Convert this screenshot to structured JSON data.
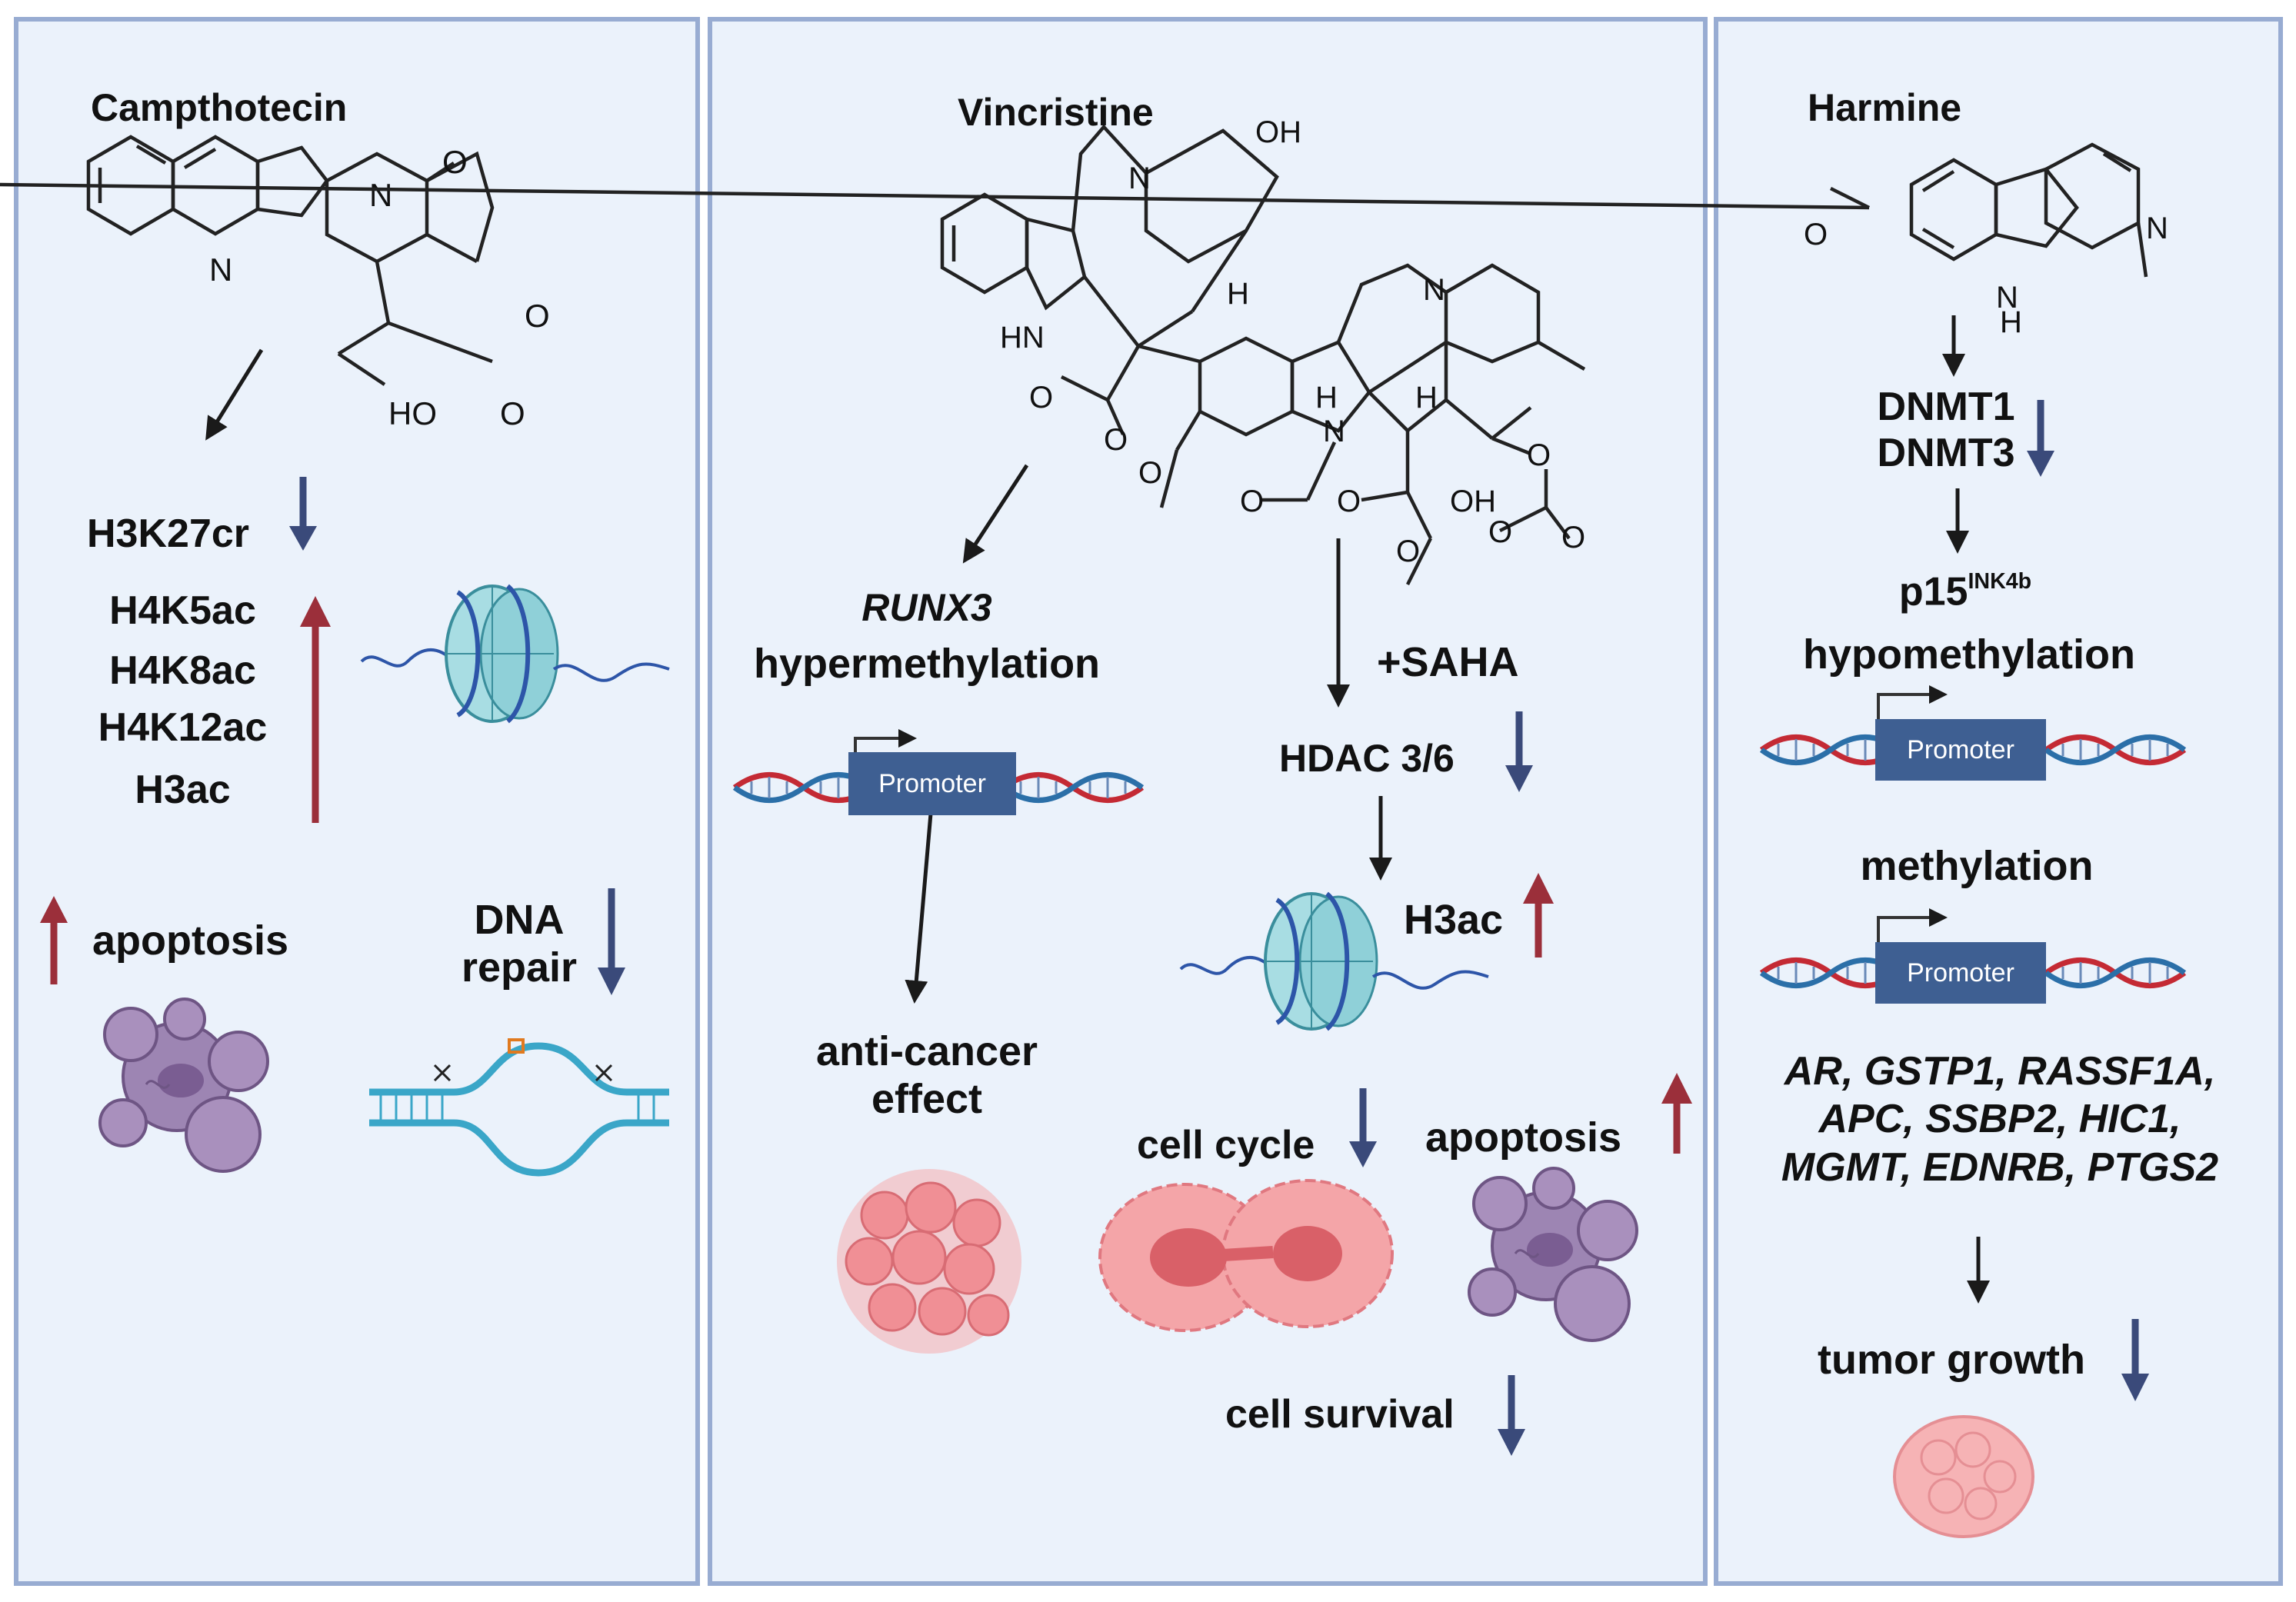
{
  "colors": {
    "panel_bg": "#ebf2fb",
    "panel_border": "#98acd2",
    "down_arrow": "#3a4a7a",
    "up_arrow": "#9b2f3a",
    "promoter": "#3e5f92",
    "dna_red": "#c42a34",
    "dna_blue": "#2b6fa8"
  },
  "left": {
    "title": "Campthotecin",
    "h3k27cr": "H3K27cr",
    "marks": [
      "H4K5ac",
      "H4K8ac",
      "H4K12ac",
      "H3ac"
    ],
    "apoptosis": "apoptosis",
    "dna_repair": [
      "DNA",
      "repair"
    ]
  },
  "middle": {
    "title": "Vincristine",
    "gene": "RUNX3",
    "hypermethylation": "hypermethylation",
    "promoter": "Promoter",
    "anticancer": [
      "anti-cancer",
      "effect"
    ],
    "saha": "+SAHA",
    "hdac": "HDAC 3/6",
    "h3ac": "H3ac",
    "cell_cycle": "cell cycle",
    "apoptosis": "apoptosis",
    "cell_survival": "cell survival"
  },
  "right": {
    "title": "Harmine",
    "dnmt": [
      "DNMT1",
      "DNMT3"
    ],
    "p15": "p15",
    "p15_sup": "INK4b",
    "hypomethylation": "hypomethylation",
    "promoter_1": "Promoter",
    "methylation": "methylation",
    "promoter_2": "Promoter",
    "genes": [
      "AR, GSTP1, RASSF1A,",
      "APC, SSBP2, HIC1,",
      "MGMT, EDNRB, PTGS2"
    ],
    "tumor_growth": "tumor growth"
  },
  "chemistry_atoms": {
    "camptothecin": [
      "O",
      "N",
      "N",
      "O",
      "HO",
      "O"
    ],
    "vincristine": [
      "OH",
      "N",
      "H",
      "HN",
      "O",
      "O",
      "O",
      "N",
      "H",
      "H",
      "N",
      "O",
      "O",
      "OH",
      "O",
      "O",
      "O",
      "O"
    ],
    "harmine": [
      "O",
      "N",
      "N",
      "H"
    ]
  }
}
